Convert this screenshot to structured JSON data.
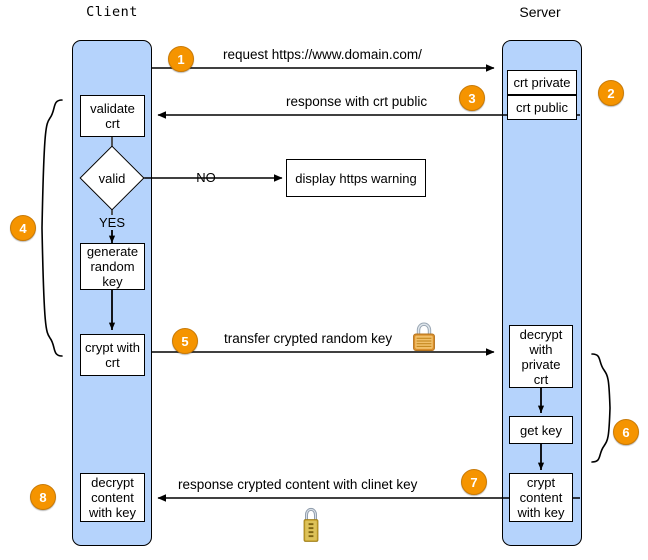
{
  "diagram": {
    "title_client": "Client",
    "title_server": "Server",
    "colors": {
      "lifeline_fill": "#b5d3fc",
      "step_badge": "#f59400",
      "step_badge_border": "#c97a06",
      "box_fill": "#ffffff",
      "stroke": "#000000",
      "lock_body": "#e8a33d",
      "lock_shackle": "#b8c4d0",
      "lock_gold": "#c9a227"
    },
    "lanes": [
      {
        "name": "client-lifeline",
        "label": "Client",
        "label_font": "monospace"
      },
      {
        "name": "server-lifeline",
        "label": "Server",
        "label_font": "sans-serif"
      }
    ],
    "messages": [
      {
        "id": "m1",
        "step": "1",
        "text": "request https://www.domain.com/",
        "direction": "client-to-server",
        "lock": false
      },
      {
        "id": "m2",
        "step": "3",
        "text": "response with crt public",
        "direction": "server-to-client",
        "lock": false
      },
      {
        "id": "m3",
        "step": "5",
        "text": "transfer crypted random key",
        "direction": "client-to-server",
        "lock": true,
        "lock_style": "orange-padlock"
      },
      {
        "id": "m4",
        "step": "7",
        "text": "response crypted content with clinet key",
        "direction": "server-to-client",
        "lock": true,
        "lock_style": "gold-padlock"
      }
    ],
    "client_steps": [
      {
        "name": "validate-crt",
        "lines": [
          "validate",
          "crt"
        ]
      },
      {
        "name": "valid-decision",
        "lines": [
          "valid"
        ],
        "shape": "diamond"
      },
      {
        "name": "generate-random-key",
        "lines": [
          "generate",
          "random",
          "key"
        ]
      },
      {
        "name": "crypt-with-crt",
        "lines": [
          "crypt with",
          "crt"
        ]
      },
      {
        "name": "decrypt-content-with-key",
        "lines": [
          "decrypt",
          "content",
          "with key"
        ]
      }
    ],
    "server_steps": [
      {
        "name": "crt-private",
        "lines": [
          "crt private"
        ]
      },
      {
        "name": "crt-public",
        "lines": [
          "crt public"
        ]
      },
      {
        "name": "decrypt-with-private-crt",
        "lines": [
          "decrypt",
          "with",
          "private",
          "crt"
        ]
      },
      {
        "name": "get-key",
        "lines": [
          "get key"
        ]
      },
      {
        "name": "crypt-content-with-key",
        "lines": [
          "crypt",
          "content",
          "with key"
        ]
      }
    ],
    "branch": {
      "no_label": "NO",
      "yes_label": "YES",
      "warning_box": "display https warning"
    },
    "badges": [
      {
        "id": "b1",
        "label": "1"
      },
      {
        "id": "b2",
        "label": "2"
      },
      {
        "id": "b3",
        "label": "3"
      },
      {
        "id": "b4",
        "label": "4"
      },
      {
        "id": "b5",
        "label": "5"
      },
      {
        "id": "b6",
        "label": "6"
      },
      {
        "id": "b7",
        "label": "7"
      },
      {
        "id": "b8",
        "label": "8"
      }
    ]
  }
}
